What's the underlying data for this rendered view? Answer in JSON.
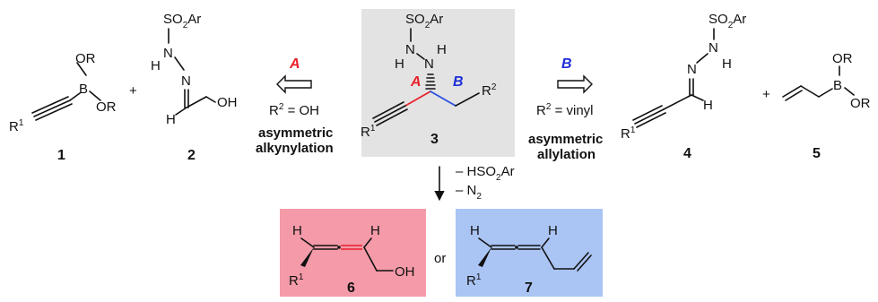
{
  "colors": {
    "box_center": "#e3e3e3",
    "box_left": "#f49aa8",
    "box_right": "#aac4f4",
    "label_A": "#e8202a",
    "label_B": "#1f2fd6",
    "bond_A": "#e8202a",
    "bond_B": "#2a4fe0"
  },
  "compounds": {
    "c1": {
      "number": "1",
      "or_top": "OR",
      "or_bottom": "OR",
      "boron": "B",
      "r1": "R",
      "r1_sup": "1"
    },
    "plus_left": "+",
    "c2": {
      "number": "2",
      "so2ar_pre": "SO",
      "so2ar_sub": "2",
      "so2ar_post": "Ar",
      "h_nh": "H",
      "n1": "N",
      "n2": "N",
      "h_c": "H",
      "oh": "OH"
    },
    "c3": {
      "number": "3",
      "so2ar_pre": "SO",
      "so2ar_sub": "2",
      "so2ar_post": "Ar",
      "n1": "N",
      "n2": "N",
      "h1": "H",
      "h2": "H",
      "r2": "R",
      "r2_sup": "2",
      "r1": "R",
      "r1_sup": "1",
      "bond_a": "A",
      "bond_b": "B"
    },
    "c4": {
      "number": "4",
      "so2ar_pre": "SO",
      "so2ar_sub": "2",
      "so2ar_post": "Ar",
      "n1": "N",
      "n2": "N",
      "h_n": "H",
      "h_c": "H",
      "r1": "R",
      "r1_sup": "1"
    },
    "plus_right": "+",
    "c5": {
      "number": "5",
      "or_top": "OR",
      "or_bottom": "OR",
      "boron": "B"
    },
    "c6": {
      "number": "6",
      "h1": "H",
      "h2": "H",
      "r1": "R",
      "r1_sup": "1",
      "oh": "OH"
    },
    "c7": {
      "number": "7",
      "h1": "H",
      "h2": "H",
      "r1": "R",
      "r1_sup": "1"
    },
    "or_word": "or"
  },
  "arrows": {
    "left": {
      "label": "A",
      "condition_pre": "R",
      "condition_sup": "2",
      "condition_post": " = OH",
      "caption_line1": "asymmetric",
      "caption_line2": "alkynylation"
    },
    "right": {
      "label": "B",
      "condition_pre": "R",
      "condition_sup": "2",
      "condition_post": " = vinyl",
      "caption_line1": "asymmetric",
      "caption_line2": "allylation"
    },
    "down": {
      "loss1_pre": "– HSO",
      "loss1_sub": "2",
      "loss1_post": "Ar",
      "loss2_pre": "– N",
      "loss2_sub": "2"
    }
  }
}
